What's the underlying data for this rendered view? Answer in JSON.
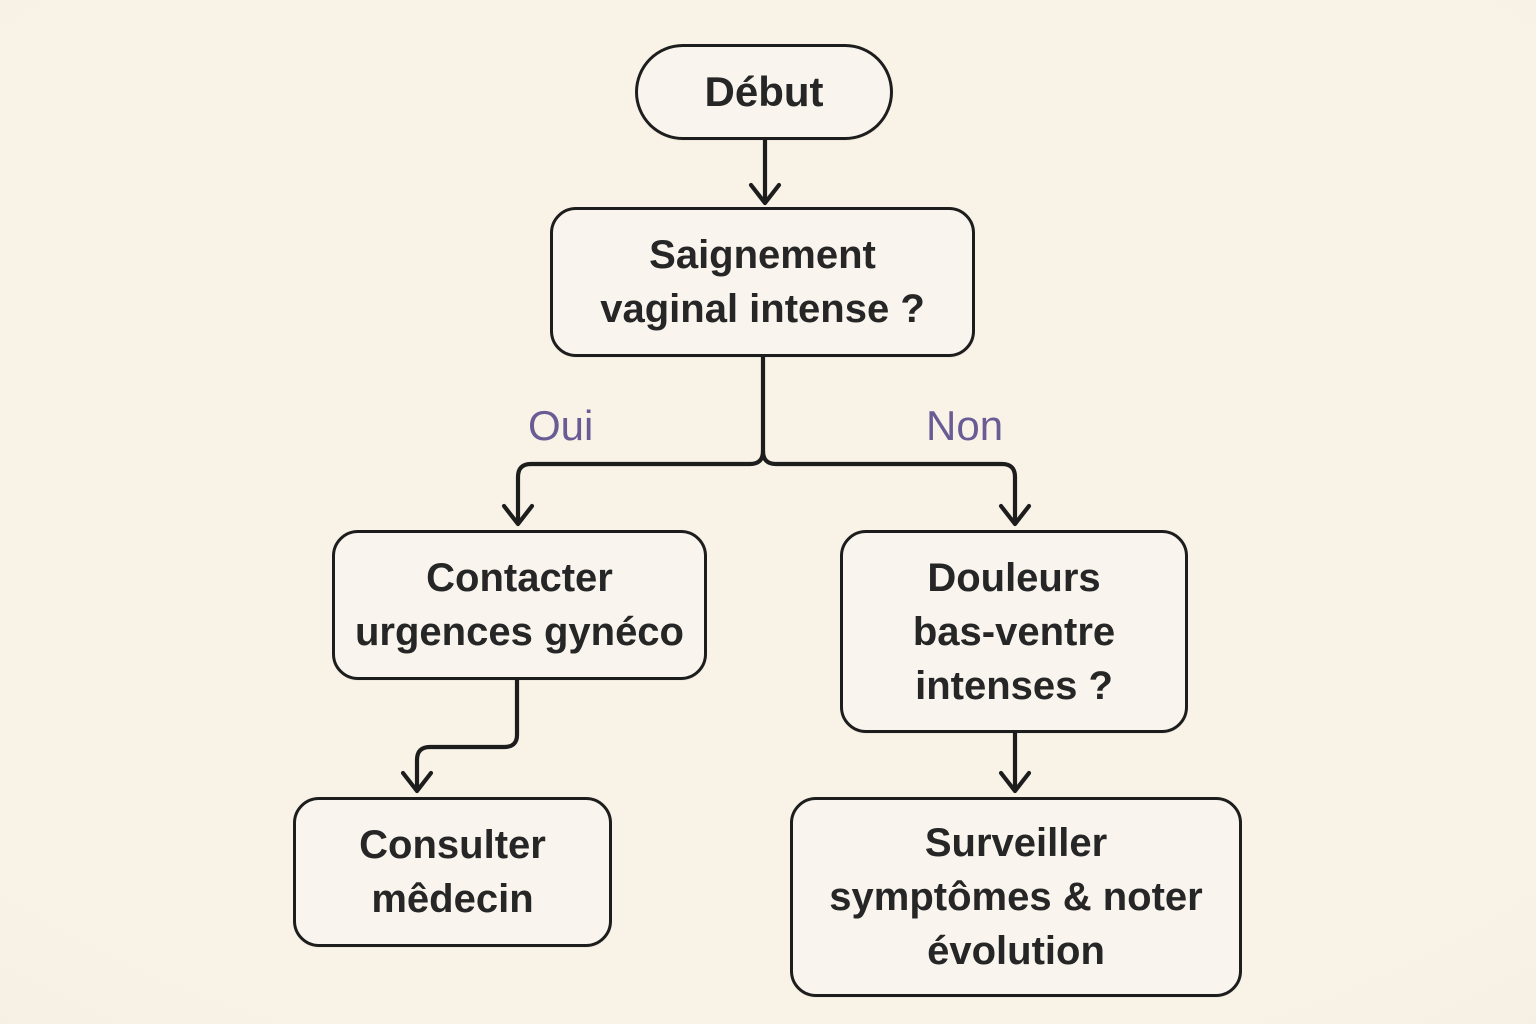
{
  "diagram": {
    "colors": {
      "background": "#f8f2e7",
      "node_fill": "#f9f5ee",
      "stroke": "#1d1d1d",
      "text": "#262626",
      "branch_label": "#695c94"
    },
    "nodes": {
      "start": {
        "label": "Début",
        "lines": [
          "Début"
        ]
      },
      "question_bleeding": {
        "label": "Saignement vaginal intense ?",
        "lines": [
          "Saignement",
          "vaginal intense ?"
        ]
      },
      "contact_er": {
        "label": "Contacter urgences gynéco",
        "lines": [
          "Contacter",
          "urgences gynéco"
        ]
      },
      "question_pain": {
        "label": "Douleurs bas-ventre intenses ?",
        "lines": [
          "Douleurs",
          "bas-ventre",
          "intenses ?"
        ]
      },
      "consult_doctor": {
        "label": "Consulter mêdecin",
        "lines": [
          "Consulter",
          "mêdecin"
        ]
      },
      "monitor": {
        "label": "Surveiller symptômes & noter évolution",
        "lines": [
          "Surveiller",
          "symptômes & noter",
          "évolution"
        ]
      }
    },
    "edge_labels": {
      "yes": "Oui",
      "no": "Non"
    }
  }
}
